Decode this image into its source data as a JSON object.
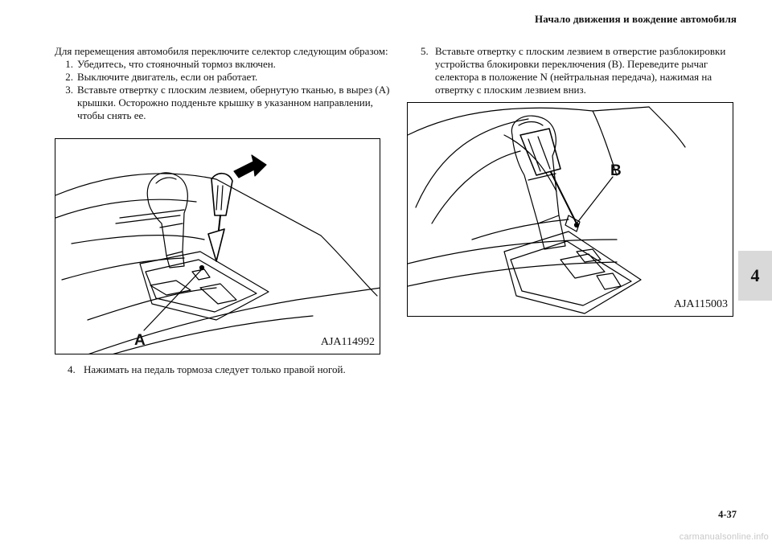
{
  "header": {
    "title": "Начало движения и вождение автомобиля"
  },
  "chapter_tab": "4",
  "page_number": "4-37",
  "watermark": "carmanualsonline.info",
  "left_column": {
    "intro": "Для перемещения автомобиля переключите селектор следующим образом:",
    "steps": [
      {
        "num": "1.",
        "text": "Убедитесь, что стояночный тормоз включен."
      },
      {
        "num": "2.",
        "text": "Выключите двигатель, если он работает."
      },
      {
        "num": "3.",
        "text": "Вставьте отвертку с плоским лезвием, обернутую тканью, в вырез (A) крышки. Осторожно подденьте крышку в указанном направлении, чтобы снять ее."
      }
    ]
  },
  "figure1": {
    "label": "A",
    "code": "AJA114992"
  },
  "step4": {
    "num": "4.",
    "text": "Нажимать на педаль тормоза следует только правой ногой."
  },
  "right_column": {
    "steps": [
      {
        "num": "5.",
        "text": "Вставьте отвертку с плоским лезвием в отверстие разблокировки устройства блокировки переключения (B). Переведите рычаг селектора в положение N (нейтральная передача), нажимая на отвертку с плоским лезвием вниз."
      }
    ]
  },
  "figure2": {
    "label": "B",
    "code": "AJA115003"
  }
}
